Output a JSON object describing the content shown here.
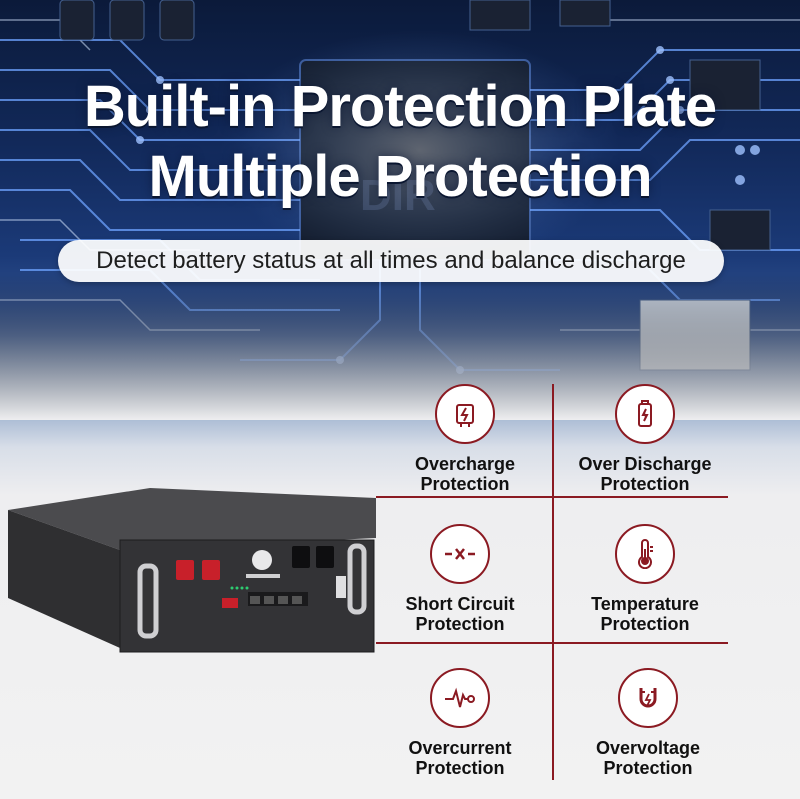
{
  "headline": {
    "line1": "Built-in Protection Plate",
    "line2": "Multiple Protection",
    "subtitle": "Detect battery status at all times and balance discharge"
  },
  "accent_color": "#8b1a22",
  "features": [
    {
      "label": "Overcharge\nProtection",
      "icon": "charge-plug-icon"
    },
    {
      "label": "Over Discharge\nProtection",
      "icon": "battery-charge-icon"
    },
    {
      "label": "Short Circuit\nProtection",
      "icon": "short-circuit-icon"
    },
    {
      "label": "Temperature\nProtection",
      "icon": "thermometer-icon"
    },
    {
      "label": "Overcurrent\nProtection",
      "icon": "current-pulse-icon"
    },
    {
      "label": "Overvoltage\nProtection",
      "icon": "magnet-icon"
    }
  ]
}
